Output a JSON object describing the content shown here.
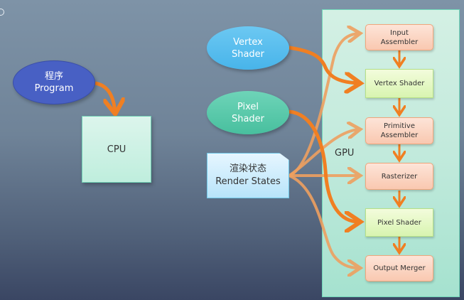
{
  "program": {
    "line1": "程序",
    "line2": "Program"
  },
  "cpu": {
    "label": "CPU"
  },
  "vertex_shader": {
    "line1": "Vertex",
    "line2": "Shader"
  },
  "pixel_shader": {
    "line1": "Pixel",
    "line2": "Shader"
  },
  "render_states": {
    "line1": "渲染状态",
    "line2": "Render States"
  },
  "gpu": {
    "label": "GPU"
  },
  "pipeline": [
    {
      "line1": "Input",
      "line2": "Assembler",
      "type": "fixed"
    },
    {
      "line1": "Vertex Shader",
      "line2": "",
      "type": "programmable"
    },
    {
      "line1": "Primitive",
      "line2": "Assembler",
      "type": "fixed"
    },
    {
      "line1": "Rasterizer",
      "line2": "",
      "type": "fixed"
    },
    {
      "line1": "Pixel Shader",
      "line2": "",
      "type": "programmable"
    },
    {
      "line1": "Output Merger",
      "line2": "",
      "type": "fixed"
    }
  ],
  "colors": {
    "arrow": "#f07f22",
    "arrow_light": "#eea060"
  }
}
